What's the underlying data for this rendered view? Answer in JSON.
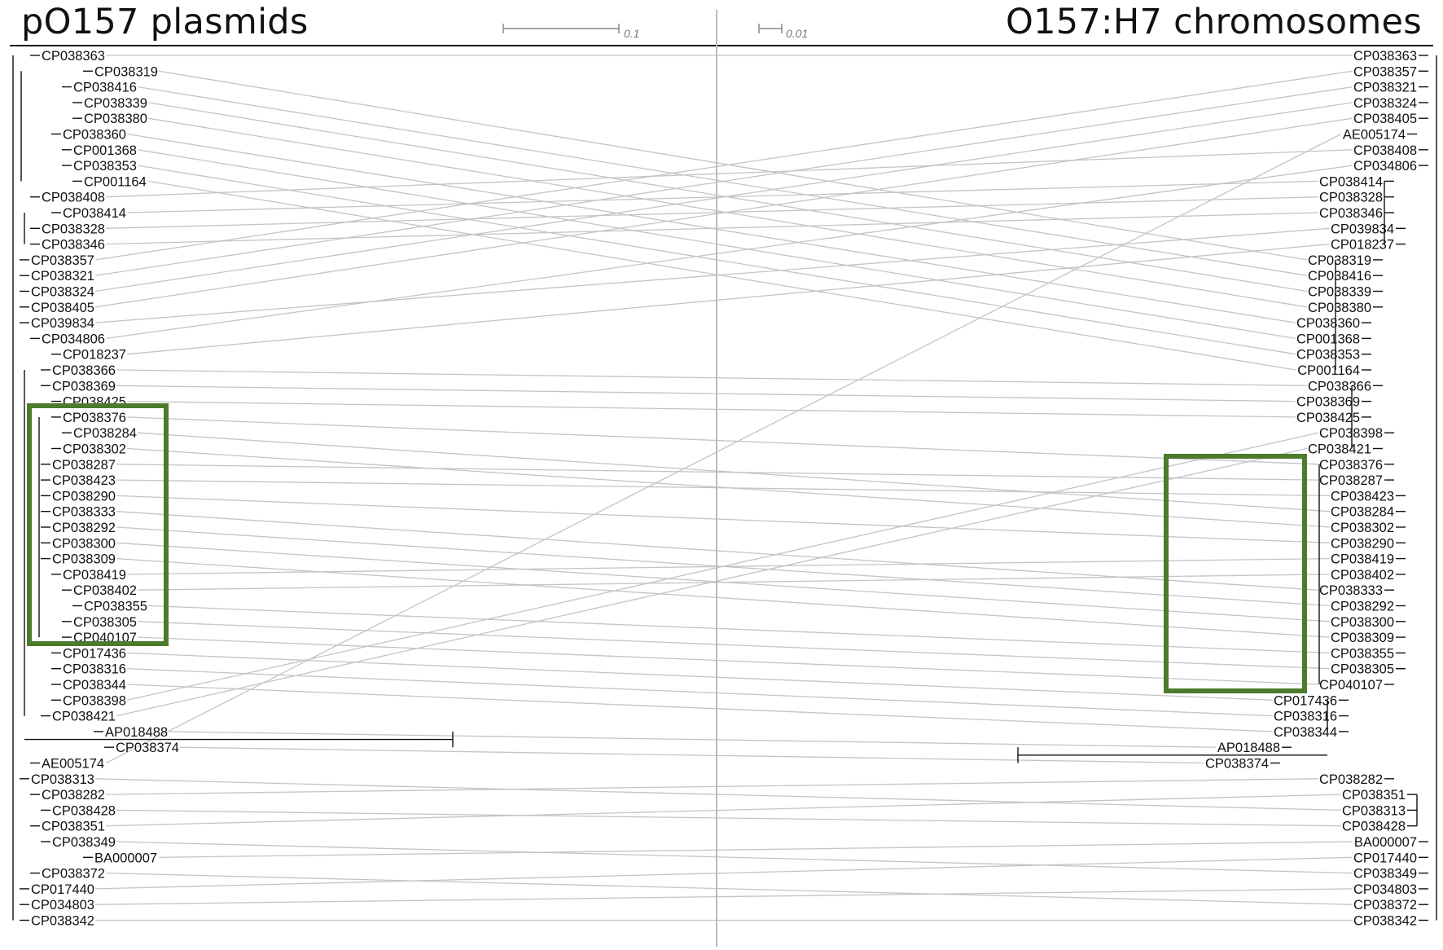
{
  "titles": {
    "left": "pO157 plasmids",
    "right": "O157:H7  chromosomes"
  },
  "scale_bars": {
    "left": "0.1",
    "right": "0.01"
  },
  "colors": {
    "highlight_box": "#4e7a2c",
    "connector": "#c4c4c4",
    "branch": "#111111",
    "axis": "#bdbdbd"
  },
  "left_tree": {
    "leaves": [
      {
        "id": "CP038363",
        "depth": 1
      },
      {
        "id": "CP038319",
        "depth": 6
      },
      {
        "id": "CP038416",
        "depth": 4
      },
      {
        "id": "CP038339",
        "depth": 5
      },
      {
        "id": "CP038380",
        "depth": 5
      },
      {
        "id": "CP038360",
        "depth": 3
      },
      {
        "id": "CP001368",
        "depth": 4
      },
      {
        "id": "CP038353",
        "depth": 4
      },
      {
        "id": "CP001164",
        "depth": 5
      },
      {
        "id": "CP038408",
        "depth": 1
      },
      {
        "id": "CP038414",
        "depth": 3
      },
      {
        "id": "CP038328",
        "depth": 1
      },
      {
        "id": "CP038346",
        "depth": 1
      },
      {
        "id": "CP038357",
        "depth": 0
      },
      {
        "id": "CP038321",
        "depth": 0
      },
      {
        "id": "CP038324",
        "depth": 0
      },
      {
        "id": "CP038405",
        "depth": 0
      },
      {
        "id": "CP039834",
        "depth": 0
      },
      {
        "id": "CP034806",
        "depth": 1
      },
      {
        "id": "CP018237",
        "depth": 3
      },
      {
        "id": "CP038366",
        "depth": 2
      },
      {
        "id": "CP038369",
        "depth": 2
      },
      {
        "id": "CP038425",
        "depth": 3
      },
      {
        "id": "CP038376",
        "depth": 3
      },
      {
        "id": "CP038284",
        "depth": 4
      },
      {
        "id": "CP038302",
        "depth": 3
      },
      {
        "id": "CP038287",
        "depth": 2
      },
      {
        "id": "CP038423",
        "depth": 2
      },
      {
        "id": "CP038290",
        "depth": 2
      },
      {
        "id": "CP038333",
        "depth": 2
      },
      {
        "id": "CP038292",
        "depth": 2
      },
      {
        "id": "CP038300",
        "depth": 2
      },
      {
        "id": "CP038309",
        "depth": 2
      },
      {
        "id": "CP038419",
        "depth": 3
      },
      {
        "id": "CP038402",
        "depth": 4
      },
      {
        "id": "CP038355",
        "depth": 5
      },
      {
        "id": "CP038305",
        "depth": 4
      },
      {
        "id": "CP040107",
        "depth": 4
      },
      {
        "id": "CP017436",
        "depth": 3
      },
      {
        "id": "CP038316",
        "depth": 3
      },
      {
        "id": "CP038344",
        "depth": 3
      },
      {
        "id": "CP038398",
        "depth": 3
      },
      {
        "id": "CP038421",
        "depth": 2
      },
      {
        "id": "AP018488",
        "depth": 7
      },
      {
        "id": "CP038374",
        "depth": 8
      },
      {
        "id": "AE005174",
        "depth": 1
      },
      {
        "id": "CP038313",
        "depth": 0
      },
      {
        "id": "CP038282",
        "depth": 1
      },
      {
        "id": "CP038428",
        "depth": 2
      },
      {
        "id": "CP038351",
        "depth": 1
      },
      {
        "id": "CP038349",
        "depth": 2
      },
      {
        "id": "BA000007",
        "depth": 6
      },
      {
        "id": "CP038372",
        "depth": 1
      },
      {
        "id": "CP017440",
        "depth": 0
      },
      {
        "id": "CP034803",
        "depth": 0
      },
      {
        "id": "CP038342",
        "depth": 0
      }
    ]
  },
  "right_tree": {
    "leaves": [
      {
        "id": "CP038363",
        "depth": 0
      },
      {
        "id": "CP038357",
        "depth": 0
      },
      {
        "id": "CP038321",
        "depth": 0
      },
      {
        "id": "CP038324",
        "depth": 0
      },
      {
        "id": "CP038405",
        "depth": 0
      },
      {
        "id": "AE005174",
        "depth": 1
      },
      {
        "id": "CP038408",
        "depth": 0
      },
      {
        "id": "CP034806",
        "depth": 0
      },
      {
        "id": "CP038414",
        "depth": 3
      },
      {
        "id": "CP038328",
        "depth": 3
      },
      {
        "id": "CP038346",
        "depth": 3
      },
      {
        "id": "CP039834",
        "depth": 2
      },
      {
        "id": "CP018237",
        "depth": 2
      },
      {
        "id": "CP038319",
        "depth": 4
      },
      {
        "id": "CP038416",
        "depth": 4
      },
      {
        "id": "CP038339",
        "depth": 4
      },
      {
        "id": "CP038380",
        "depth": 4
      },
      {
        "id": "CP038360",
        "depth": 5
      },
      {
        "id": "CP001368",
        "depth": 5
      },
      {
        "id": "CP038353",
        "depth": 5
      },
      {
        "id": "CP001164",
        "depth": 5
      },
      {
        "id": "CP038366",
        "depth": 4
      },
      {
        "id": "CP038369",
        "depth": 5
      },
      {
        "id": "CP038425",
        "depth": 5
      },
      {
        "id": "CP038398",
        "depth": 3
      },
      {
        "id": "CP038421",
        "depth": 4
      },
      {
        "id": "CP038376",
        "depth": 3
      },
      {
        "id": "CP038287",
        "depth": 3
      },
      {
        "id": "CP038423",
        "depth": 2
      },
      {
        "id": "CP038284",
        "depth": 2
      },
      {
        "id": "CP038302",
        "depth": 2
      },
      {
        "id": "CP038290",
        "depth": 2
      },
      {
        "id": "CP038419",
        "depth": 2
      },
      {
        "id": "CP038402",
        "depth": 2
      },
      {
        "id": "CP038333",
        "depth": 3
      },
      {
        "id": "CP038292",
        "depth": 2
      },
      {
        "id": "CP038300",
        "depth": 2
      },
      {
        "id": "CP038309",
        "depth": 2
      },
      {
        "id": "CP038355",
        "depth": 2
      },
      {
        "id": "CP038305",
        "depth": 2
      },
      {
        "id": "CP040107",
        "depth": 3
      },
      {
        "id": "CP017436",
        "depth": 7
      },
      {
        "id": "CP038316",
        "depth": 7
      },
      {
        "id": "CP038344",
        "depth": 7
      },
      {
        "id": "AP018488",
        "depth": 12
      },
      {
        "id": "CP038374",
        "depth": 13
      },
      {
        "id": "CP038282",
        "depth": 3
      },
      {
        "id": "CP038351",
        "depth": 1
      },
      {
        "id": "CP038313",
        "depth": 1
      },
      {
        "id": "CP038428",
        "depth": 1
      },
      {
        "id": "BA000007",
        "depth": 0
      },
      {
        "id": "CP017440",
        "depth": 0
      },
      {
        "id": "CP038349",
        "depth": 0
      },
      {
        "id": "CP034803",
        "depth": 0
      },
      {
        "id": "CP038372",
        "depth": 0
      },
      {
        "id": "CP038342",
        "depth": 0
      }
    ]
  }
}
